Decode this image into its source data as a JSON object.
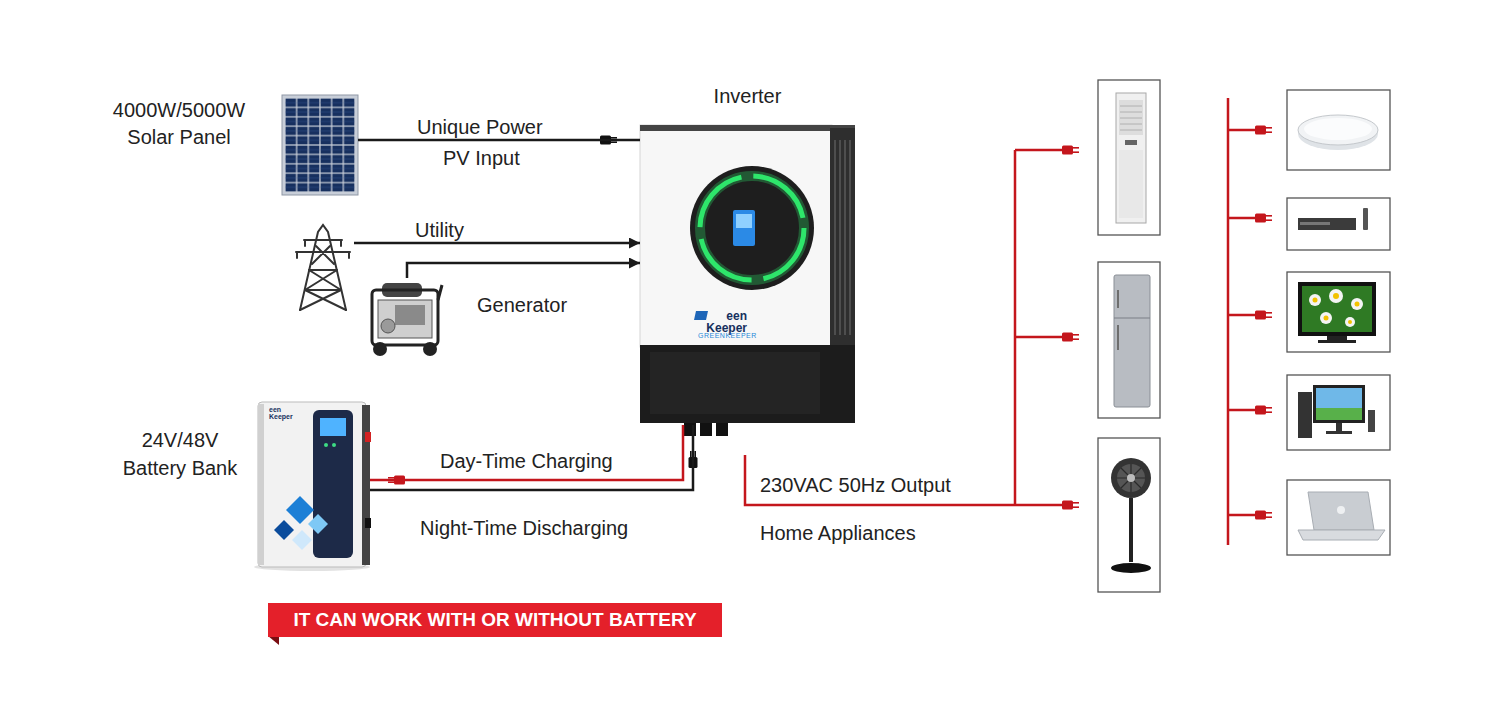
{
  "diagram": {
    "nodes": [
      {
        "text": [
          "4000W/5000W Solar Panel"
        ]
      },
      {
        "text": [
          "Utility"
        ]
      },
      {
        "text": [
          "Generator"
        ]
      },
      {
        "text": [
          "Inverter",
          "een Keeper",
          "GREENKEEPER"
        ]
      },
      {
        "text": [
          "24V/48V Battery Bank",
          "een Keeper"
        ]
      },
      {
        "text": [
          "IT CAN WORK WITH OR WITHOUT BATTERY"
        ]
      }
    ],
    "edges": [
      {
        "from": 0,
        "to": 3,
        "arrow": "none",
        "label": "Unique Power"
      },
      {
        "from": 1,
        "to": 3,
        "arrow": "to"
      },
      {
        "from": 2,
        "to": 3,
        "arrow": "to"
      },
      {
        "from": 3,
        "to": 4,
        "arrow": "none",
        "label": "Day-Time Charging"
      },
      {
        "from": 4,
        "to": 3,
        "arrow": "none",
        "label": "Night-Time Discharging"
      }
    ],
    "labels": [
      "PV Input",
      "230VAC 50Hz Output",
      "Home Appliances"
    ]
  }
}
